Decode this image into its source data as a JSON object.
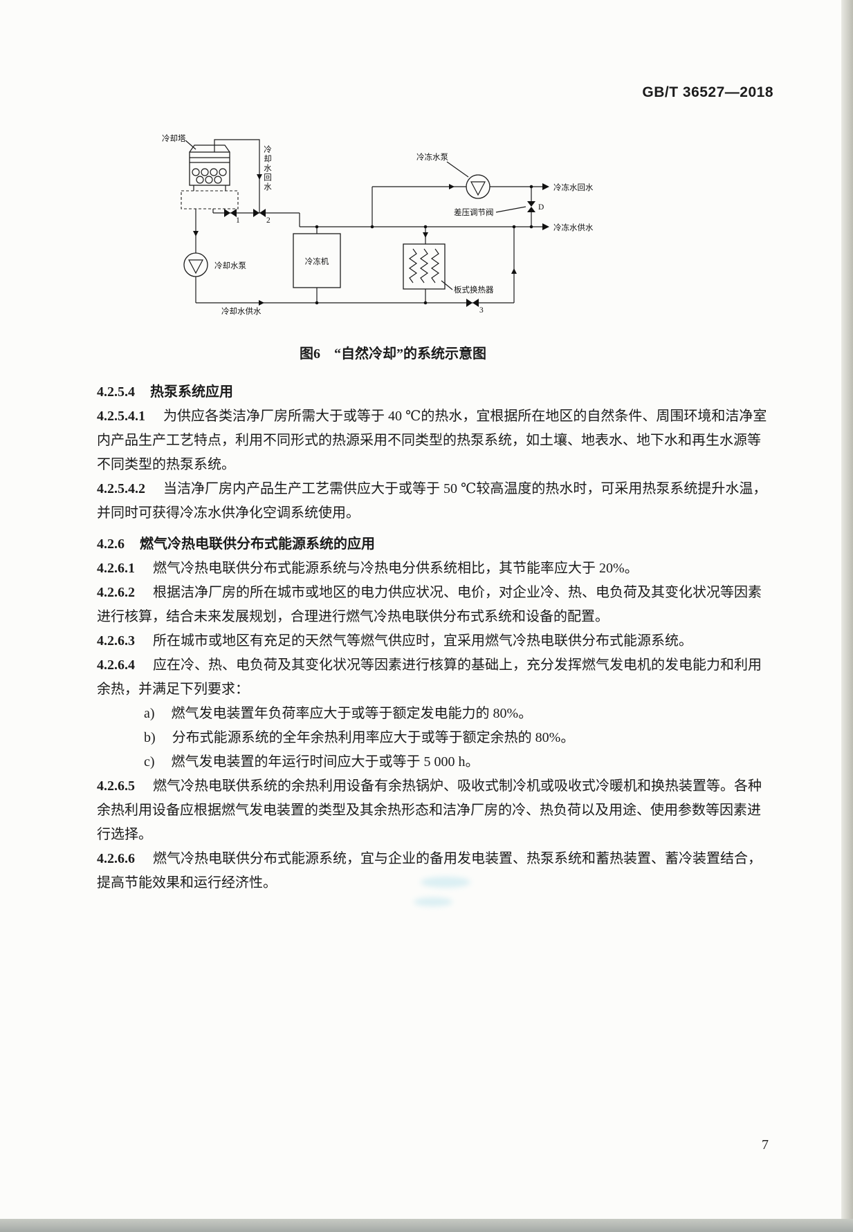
{
  "header": {
    "doc_number": "GB/T 36527—2018"
  },
  "figure": {
    "caption": "图6　“自然冷却”的系统示意图",
    "labels": {
      "cooling_tower": "冷却塔",
      "cooling_water_return": "冷却水回水",
      "chilled_water_pump": "冷冻水泵",
      "chilled_water_return": "冷冻水回水",
      "pressure_valve": "差压调节阀",
      "chilled_water_supply": "冷冻水供水",
      "cooling_water_pump": "冷却水泵",
      "chiller": "冷冻机",
      "plate_heat_exchanger": "板式换热器",
      "cooling_water_supply": "冷却水供水",
      "valve1": "1",
      "valve2": "2",
      "valve3": "3",
      "valveD": "D"
    }
  },
  "body": [
    {
      "kind": "h",
      "num": "4.2.5.4",
      "text": "热泵系统应用"
    },
    {
      "kind": "p",
      "num": "4.2.5.4.1",
      "text": "为供应各类洁净厂房所需大于或等于 40 ℃的热水，宜根据所在地区的自然条件、周围环境和洁净室内产品生产工艺特点，利用不同形式的热源采用不同类型的热泵系统，如土壤、地表水、地下水和再生水源等不同类型的热泵系统。"
    },
    {
      "kind": "p",
      "num": "4.2.5.4.2",
      "text": "当洁净厂房内产品生产工艺需供应大于或等于 50 ℃较高温度的热水时，可采用热泵系统提升水温，并同时可获得冷冻水供净化空调系统使用。"
    },
    {
      "kind": "h",
      "num": "4.2.6",
      "text": "燃气冷热电联供分布式能源系统的应用"
    },
    {
      "kind": "p",
      "num": "4.2.6.1",
      "text": "燃气冷热电联供分布式能源系统与冷热电分供系统相比，其节能率应大于 20%。"
    },
    {
      "kind": "p",
      "num": "4.2.6.2",
      "text": "根据洁净厂房的所在城市或地区的电力供应状况、电价，对企业冷、热、电负荷及其变化状况等因素进行核算，结合未来发展规划，合理进行燃气冷热电联供分布式系统和设备的配置。"
    },
    {
      "kind": "p",
      "num": "4.2.6.3",
      "text": "所在城市或地区有充足的天然气等燃气供应时，宜采用燃气冷热电联供分布式能源系统。"
    },
    {
      "kind": "p",
      "num": "4.2.6.4",
      "text": "应在冷、热、电负荷及其变化状况等因素进行核算的基础上，充分发挥燃气发电机的发电能力和利用余热，并满足下列要求："
    },
    {
      "kind": "li",
      "num": "a)",
      "text": "燃气发电装置年负荷率应大于或等于额定发电能力的 80%。"
    },
    {
      "kind": "li",
      "num": "b)",
      "text": "分布式能源系统的全年余热利用率应大于或等于额定余热的 80%。"
    },
    {
      "kind": "li",
      "num": "c)",
      "text": "燃气发电装置的年运行时间应大于或等于 5 000 h。"
    },
    {
      "kind": "p",
      "num": "4.2.6.5",
      "text": "燃气冷热电联供系统的余热利用设备有余热锅炉、吸收式制冷机或吸收式冷暖机和换热装置等。各种余热利用设备应根据燃气发电装置的类型及其余热形态和洁净厂房的冷、热负荷以及用途、使用参数等因素进行选择。"
    },
    {
      "kind": "p",
      "num": "4.2.6.6",
      "text": "燃气冷热电联供分布式能源系统，宜与企业的备用发电装置、热泵系统和蓄热装置、蓄冷装置结合，提高节能效果和运行经济性。"
    }
  ],
  "footer": {
    "page_number": "7"
  }
}
